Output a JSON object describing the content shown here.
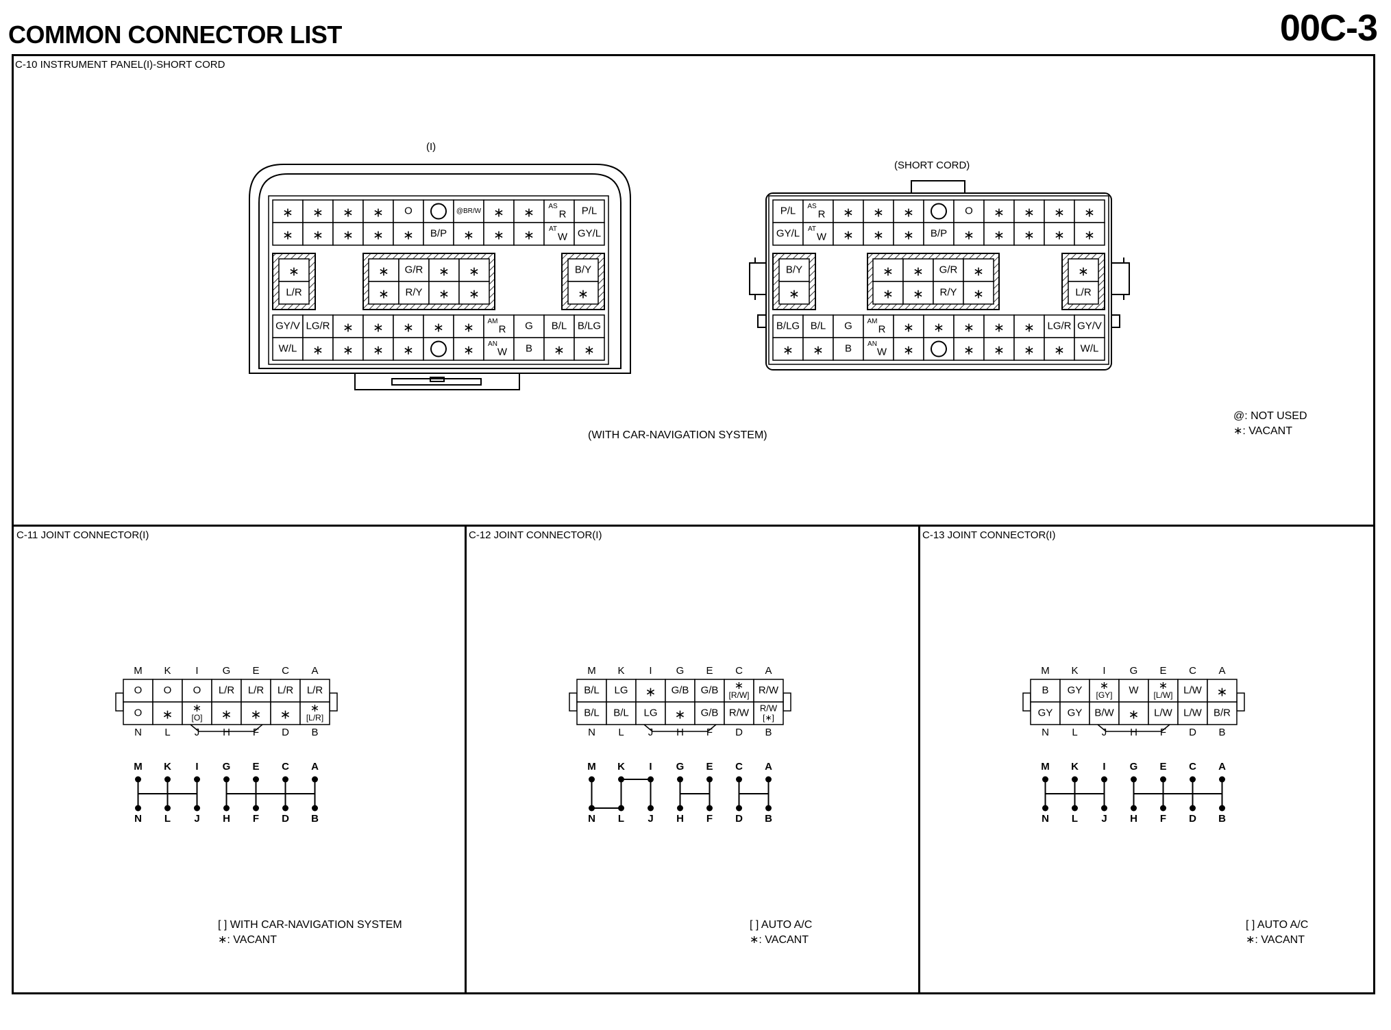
{
  "page": {
    "title": "COMMON CONNECTOR LIST",
    "number": "00C-3"
  },
  "c10": {
    "title": "C-10 INSTRUMENT PANEL(I)-SHORT CORD",
    "left_label": "(I)",
    "right_label": "(SHORT CORD)",
    "caption": "(WITH CAR-NAVIGATION SYSTEM)",
    "legend": [
      "@: NOT USED",
      "∗: VACANT"
    ],
    "left": {
      "top_rows": [
        [
          "∗",
          "∗",
          "∗",
          "∗",
          "O",
          "()",
          "@BR/W",
          "∗",
          "∗",
          "AS|R",
          "P/L"
        ],
        [
          "∗",
          "∗",
          "∗",
          "∗",
          "∗",
          "B/P",
          "∗",
          "∗",
          "∗",
          "AT|W",
          "GY/L"
        ]
      ],
      "mid_left": [
        "∗",
        "L/R"
      ],
      "mid_center": [
        [
          "∗",
          "G/R",
          "∗",
          "∗"
        ],
        [
          "∗",
          "R/Y",
          "∗",
          "∗"
        ]
      ],
      "mid_right": [
        "B/Y",
        "∗"
      ],
      "bottom_rows": [
        [
          "GY/V",
          "LG/R",
          "∗",
          "∗",
          "∗",
          "∗",
          "∗",
          "AM|R",
          "G",
          "B/L",
          "B/LG"
        ],
        [
          "W/L",
          "∗",
          "∗",
          "∗",
          "∗",
          "()",
          "∗",
          "AN|W",
          "B",
          "∗",
          "∗"
        ]
      ]
    },
    "right": {
      "top_rows": [
        [
          "P/L",
          "AS|R",
          "∗",
          "∗",
          "∗",
          "()",
          "O",
          "∗",
          "∗",
          "∗",
          "∗"
        ],
        [
          "GY/L",
          "AT|W",
          "∗",
          "∗",
          "∗",
          "B/P",
          "∗",
          "∗",
          "∗",
          "∗",
          "∗"
        ]
      ],
      "mid_left": [
        "B/Y",
        "∗"
      ],
      "mid_center": [
        [
          "∗",
          "∗",
          "G/R",
          "∗"
        ],
        [
          "∗",
          "∗",
          "R/Y",
          "∗"
        ]
      ],
      "mid_right": [
        "∗",
        "L/R"
      ],
      "bottom_rows": [
        [
          "B/LG",
          "B/L",
          "G",
          "AM|R",
          "∗",
          "∗",
          "∗",
          "∗",
          "∗",
          "LG/R",
          "GY/V"
        ],
        [
          "∗",
          "∗",
          "B",
          "AN|W",
          "∗",
          "()",
          "∗",
          "∗",
          "∗",
          "∗",
          "W/L"
        ]
      ]
    }
  },
  "joints": [
    {
      "title": "C-11 JOINT CONNECTOR(I)",
      "top_letters": [
        "M",
        "K",
        "I",
        "G",
        "E",
        "C",
        "A"
      ],
      "bottom_letters": [
        "N",
        "L",
        "J",
        "H",
        "F",
        "D",
        "B"
      ],
      "row1": [
        [
          "O",
          ""
        ],
        [
          "O",
          ""
        ],
        [
          "O",
          ""
        ],
        [
          "L/R",
          ""
        ],
        [
          "L/R",
          ""
        ],
        [
          "L/R",
          ""
        ],
        [
          "L/R",
          ""
        ]
      ],
      "row2": [
        [
          "O",
          ""
        ],
        [
          "∗",
          ""
        ],
        [
          "∗",
          "[O]"
        ],
        [
          "∗",
          ""
        ],
        [
          "∗",
          ""
        ],
        [
          "∗",
          ""
        ],
        [
          "∗",
          "[L/R]"
        ]
      ],
      "notes": [
        "[ ] WITH CAR-NAVIGATION SYSTEM",
        "∗: VACANT"
      ]
    },
    {
      "title": "C-12 JOINT CONNECTOR(I)",
      "top_letters": [
        "M",
        "K",
        "I",
        "G",
        "E",
        "C",
        "A"
      ],
      "bottom_letters": [
        "N",
        "L",
        "J",
        "H",
        "F",
        "D",
        "B"
      ],
      "row1": [
        [
          "B/L",
          ""
        ],
        [
          "LG",
          ""
        ],
        [
          "∗",
          ""
        ],
        [
          "G/B",
          ""
        ],
        [
          "G/B",
          ""
        ],
        [
          "∗",
          "[R/W]"
        ],
        [
          "R/W",
          ""
        ]
      ],
      "row2": [
        [
          "B/L",
          ""
        ],
        [
          "B/L",
          ""
        ],
        [
          "LG",
          ""
        ],
        [
          "∗",
          ""
        ],
        [
          "G/B",
          ""
        ],
        [
          "R/W",
          ""
        ],
        [
          "R/W",
          "[∗]"
        ]
      ],
      "notes": [
        "[ ] AUTO A/C",
        "∗: VACANT"
      ]
    },
    {
      "title": "C-13 JOINT CONNECTOR(I)",
      "top_letters": [
        "M",
        "K",
        "I",
        "G",
        "E",
        "C",
        "A"
      ],
      "bottom_letters": [
        "N",
        "L",
        "J",
        "H",
        "F",
        "D",
        "B"
      ],
      "row1": [
        [
          "B",
          ""
        ],
        [
          "GY",
          ""
        ],
        [
          "∗",
          "[GY]"
        ],
        [
          "W",
          ""
        ],
        [
          "∗",
          "[L/W]"
        ],
        [
          "L/W",
          ""
        ],
        [
          "∗",
          ""
        ]
      ],
      "row2": [
        [
          "GY",
          ""
        ],
        [
          "GY",
          ""
        ],
        [
          "B/W",
          ""
        ],
        [
          "∗",
          ""
        ],
        [
          "L/W",
          ""
        ],
        [
          "L/W",
          ""
        ],
        [
          "B/R",
          ""
        ]
      ],
      "notes": [
        "[ ] AUTO A/C",
        "∗: VACANT"
      ]
    }
  ]
}
